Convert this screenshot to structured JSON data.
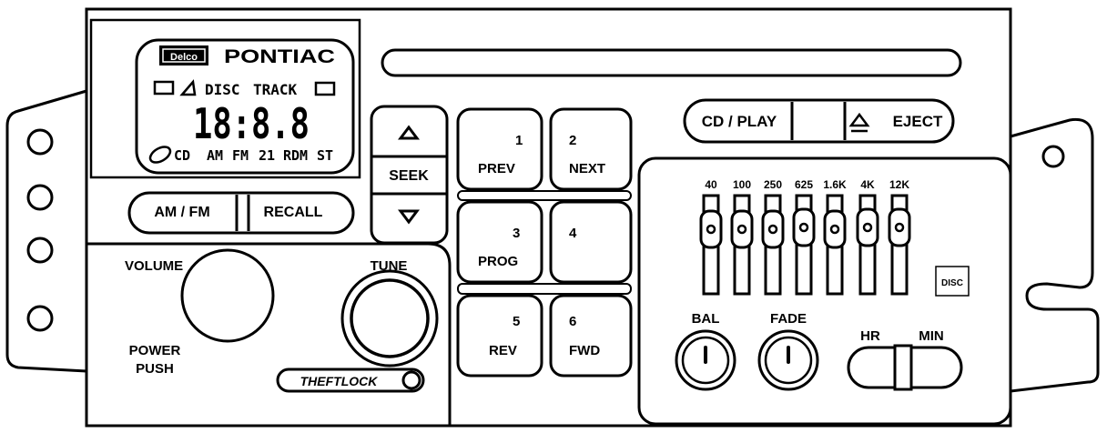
{
  "display": {
    "brand_badge": "Delco",
    "brand_name": "PONTIAC",
    "indicator_row_top": [
      "DISC",
      "TRACK"
    ],
    "time_digits": "18:8.8",
    "indicator_row_bottom": [
      "CD",
      "AM",
      "FM",
      "21",
      "RDM",
      "ST"
    ]
  },
  "buttons": {
    "am_fm": "AM / FM",
    "recall": "RECALL",
    "seek": "SEEK",
    "cd_play": "CD / PLAY",
    "eject": "EJECT",
    "presets": [
      {
        "number": "1",
        "label": "PREV"
      },
      {
        "number": "2",
        "label": "NEXT"
      },
      {
        "number": "3",
        "label": "PROG"
      },
      {
        "number": "4",
        "label": ""
      },
      {
        "number": "5",
        "label": "REV"
      },
      {
        "number": "6",
        "label": "FWD"
      }
    ]
  },
  "knobs": {
    "volume": "VOLUME",
    "power_line1": "POWER",
    "power_line2": "PUSH",
    "tune": "TUNE",
    "theftlock": "THEFTLOCK"
  },
  "equalizer": {
    "bands": [
      "40",
      "100",
      "250",
      "625",
      "1.6K",
      "4K",
      "12K"
    ],
    "bal": "BAL",
    "fade": "FADE",
    "hr": "HR",
    "min": "MIN",
    "disc_logo": "DISC"
  }
}
